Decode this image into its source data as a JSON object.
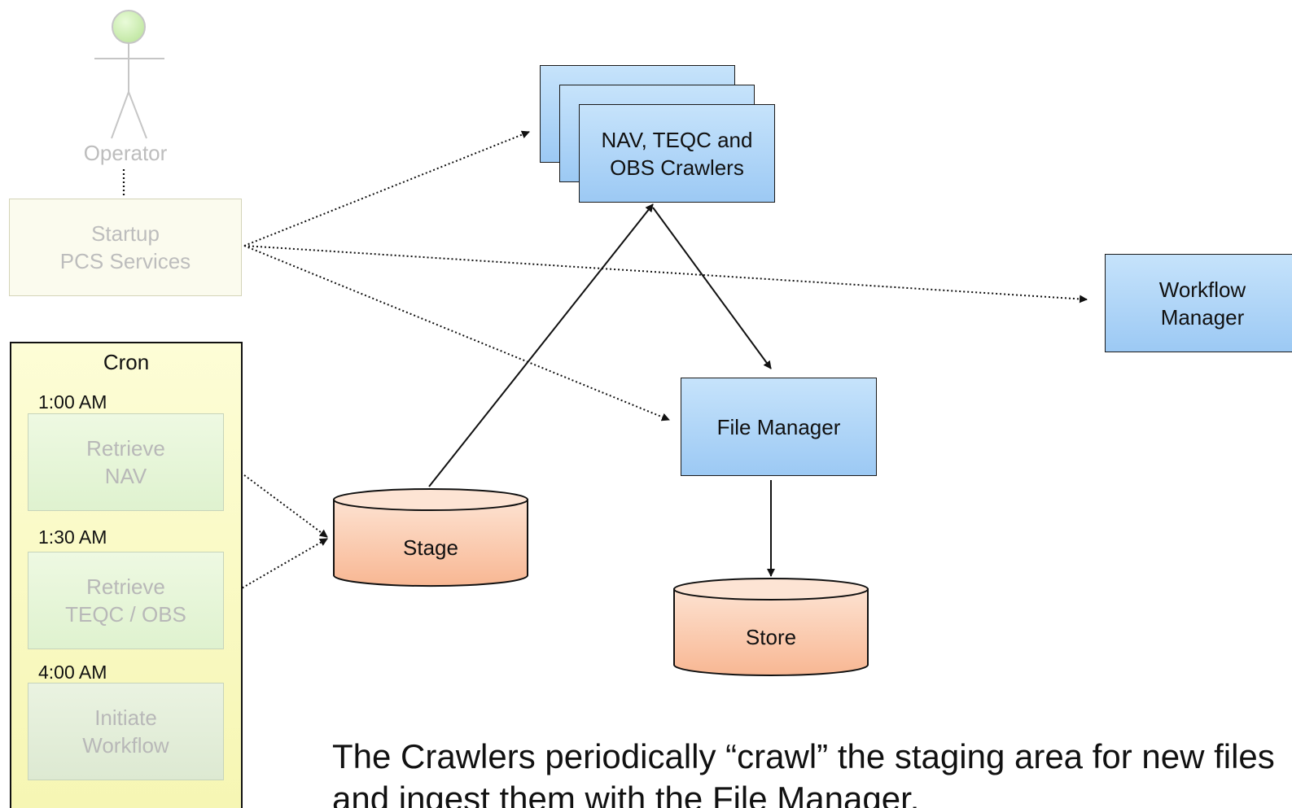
{
  "actor": {
    "label": "Operator"
  },
  "startup": {
    "label": "Startup\nPCS Services"
  },
  "cron": {
    "title": "Cron",
    "jobs": [
      {
        "time": "1:00 AM",
        "label": "Retrieve\nNAV"
      },
      {
        "time": "1:30 AM",
        "label": "Retrieve\nTEQC / OBS"
      },
      {
        "time": "4:00 AM",
        "label": "Initiate\nWorkflow"
      }
    ]
  },
  "crawlers": {
    "label": "NAV, TEQC and\nOBS Crawlers"
  },
  "file_manager": {
    "label": "File Manager"
  },
  "workflow_manager": {
    "label": "Workflow\nManager"
  },
  "stage": {
    "label": "Stage"
  },
  "store": {
    "label": "Store"
  },
  "caption": {
    "line1": "The Crawlers periodically “crawl” the staging area for new files",
    "line2": "and ingest them with the File Manager."
  }
}
